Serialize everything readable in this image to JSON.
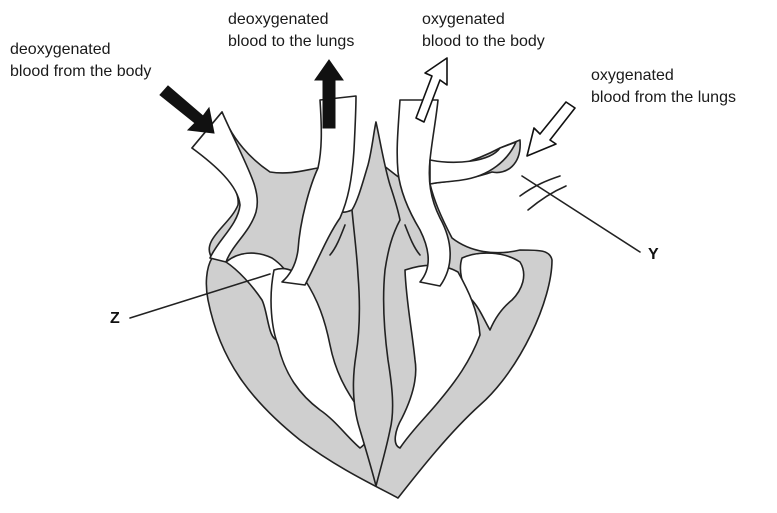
{
  "labels": {
    "deoxy_from_body_1": "deoxygenated",
    "deoxy_from_body_2": "blood from the body",
    "deoxy_to_lungs_1": "deoxygenated",
    "deoxy_to_lungs_2": "blood to the lungs",
    "oxy_to_body_1": "oxygenated",
    "oxy_to_body_2": "blood to the body",
    "oxy_from_lungs_1": "oxygenated",
    "oxy_from_lungs_2": "blood from the lungs"
  },
  "pointers": {
    "y": "Y",
    "z": "Z"
  },
  "colors": {
    "wall": "#cfcfcf",
    "outline": "#222222",
    "arrow_deoxygenated": "#111111",
    "arrow_oxygenated": "#ffffff"
  }
}
